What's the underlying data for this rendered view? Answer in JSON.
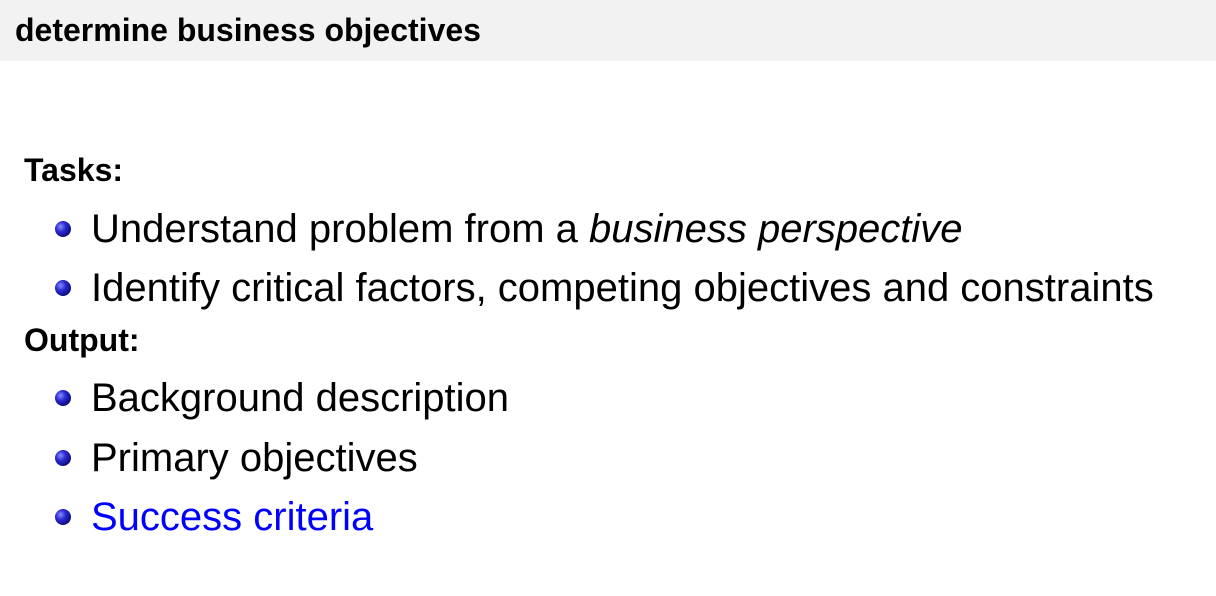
{
  "slide": {
    "title": "determine business objectives"
  },
  "tasks": {
    "heading": "Tasks:",
    "items": [
      {
        "text_plain": "Understand problem from a ",
        "text_emph": "business perspective"
      },
      {
        "text_plain": "Identify critical factors, competing objectives and constraints"
      }
    ]
  },
  "output": {
    "heading": "Output:",
    "items": [
      {
        "text": "Background description"
      },
      {
        "text": "Primary objectives"
      },
      {
        "text": "Success criteria",
        "is_link": true
      }
    ]
  },
  "colors": {
    "title_bar_bg": "#f2f2f2",
    "link": "#0000ff",
    "bullet": "#1a1aa0"
  }
}
